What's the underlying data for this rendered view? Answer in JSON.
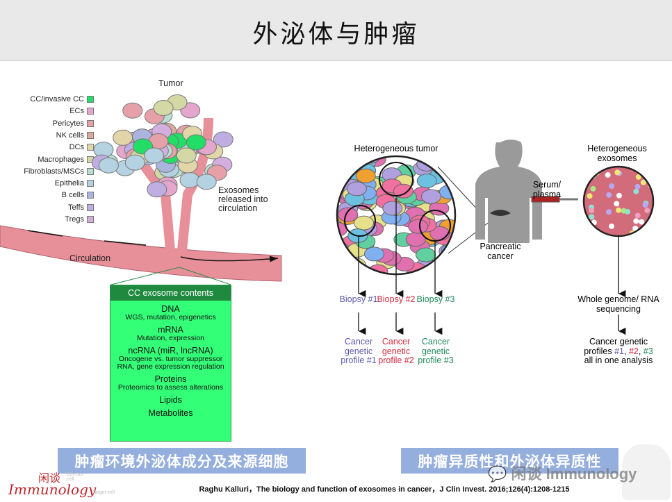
{
  "title": "外泌体与肿瘤",
  "left_figure": {
    "tumor_label": "Tumor",
    "legend": [
      {
        "label": "CC/invasive CC",
        "color": "#22dd66"
      },
      {
        "label": "ECs",
        "color": "#e4a6cc"
      },
      {
        "label": "Pericytes",
        "color": "#e6a0a8"
      },
      {
        "label": "NK cells",
        "color": "#d9ab98"
      },
      {
        "label": "DCs",
        "color": "#e2d6a8"
      },
      {
        "label": "Macrophages",
        "color": "#d4d8a4"
      },
      {
        "label": "Fibroblasts/MSCs",
        "color": "#b7e0d2"
      },
      {
        "label": "Epithelia",
        "color": "#b5d2e2"
      },
      {
        "label": "B cells",
        "color": "#aab4dc"
      },
      {
        "label": "Teffs",
        "color": "#c0aee2"
      },
      {
        "label": "Tregs",
        "color": "#d4aede"
      }
    ],
    "exosomes_label": "Exosomes released into circulation",
    "circulation_label": "Circulation",
    "box": {
      "header": "CC exosome contents",
      "items": [
        {
          "title": "DNA",
          "detail": "WGS, mutation, epigenetics"
        },
        {
          "title": "mRNA",
          "detail": "Mutation, expression"
        },
        {
          "title": "ncRNA (miR, lncRNA)",
          "detail": "Oncogene vs. tumor suppressor RNA, gene expression regulation"
        },
        {
          "title": "Proteins",
          "detail": "Proteomics to assess alterations"
        },
        {
          "title": "Lipids",
          "detail": ""
        },
        {
          "title": "Metabolites",
          "detail": ""
        }
      ]
    }
  },
  "right_figure": {
    "het_tumor": "Heterogeneous tumor",
    "het_exosomes": "Heterogeneous exosomes",
    "serum": "Serum/ plasma",
    "pancreatic": "Pancreatic cancer",
    "biopsies": [
      {
        "biopsy": "Biopsy #1",
        "profile": "Cancer genetic profile #1",
        "color": "#5b57b0"
      },
      {
        "biopsy": "Biopsy #2",
        "profile": "Cancer genetic profile #2",
        "color": "#d42a3c"
      },
      {
        "biopsy": "Biopsy #3",
        "profile": "Cancer genetic profile #3",
        "color": "#1f8a5c"
      }
    ],
    "sequencing": "Whole genome/ RNA sequencing",
    "profiles_a": "Cancer genetic",
    "profiles_b": "profiles ",
    "n1": "#1",
    "n2": "#2",
    "n3": "#3",
    "profiles_c": "all in one analysis"
  },
  "banners": {
    "left": "肿瘤环境外泌体成分及来源细胞",
    "right": "肿瘤异质性和外泌体异质性"
  },
  "logo": {
    "cn": "闲谈",
    "en": "Immunology",
    "effector": "Effector cell",
    "target": "Target cell"
  },
  "watermark": "闲谈 Immunology",
  "citation": "Raghu Kalluri，The biology and function of exosomes in cancer，J Clin Invest. 2016;126(4):1208-1215"
}
